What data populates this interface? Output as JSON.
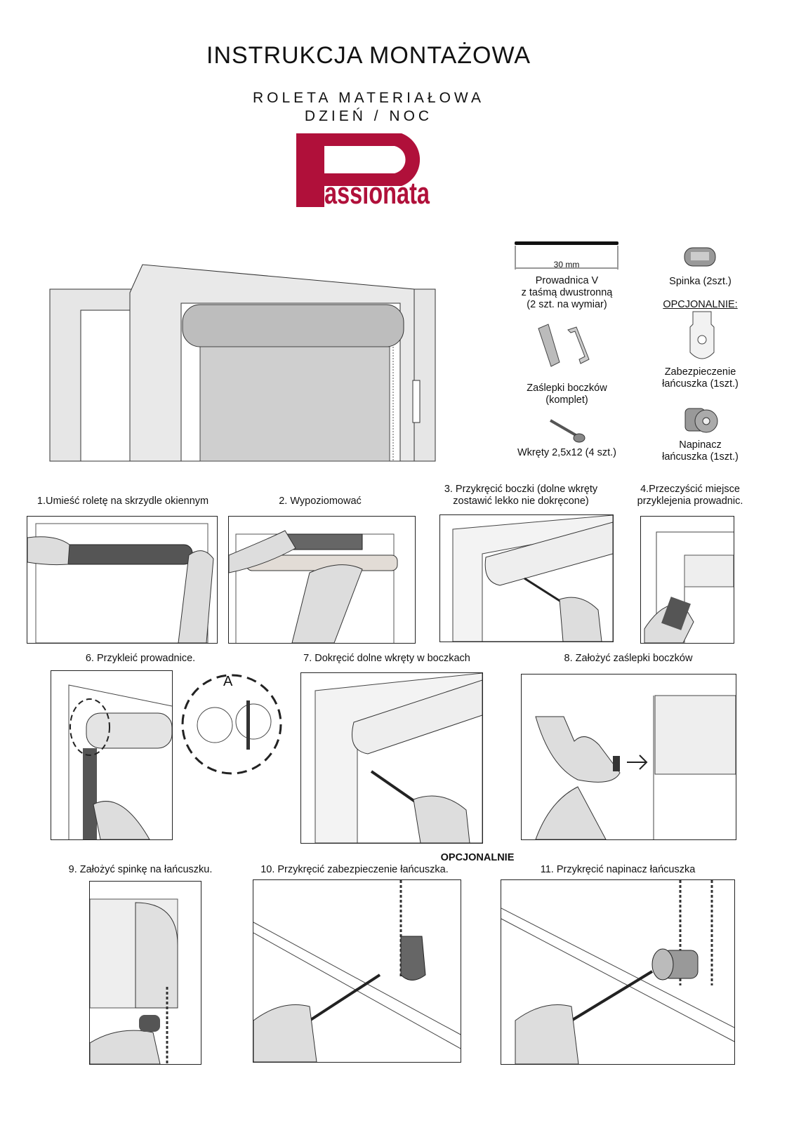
{
  "header": {
    "title": "INSTRUKCJA MONTAŻOWA",
    "subtitle_line1": "ROLETA MATERIAŁOWA",
    "subtitle_line2": "DZIEŃ / NOC",
    "logo_text": "Passionata",
    "brand_color": "#b0103a"
  },
  "parts": {
    "dimension": "30 mm",
    "guide": [
      "Prowadnica V",
      "z taśmą dwustronną",
      "(2 szt. na wymiar)"
    ],
    "clip": "Spinka (2szt.)",
    "optional": "OPCJONALNIE:",
    "caps": [
      "Zaślepki boczków",
      "(komplet)"
    ],
    "chain_guard": [
      "Zabezpieczenie",
      "łańcuszka (1szt.)"
    ],
    "screws": "Wkręty 2,5x12 (4 szt.)",
    "tensioner": [
      "Napinacz",
      "łańcuszka (1szt.)"
    ]
  },
  "steps": {
    "s1": "1.Umieść roletę na skrzydle okiennym",
    "s2": "2. Wypoziomować",
    "s3": [
      "3. Przykręcić boczki (dolne wkręty",
      "zostawić lekko nie dokręcone)"
    ],
    "s4": [
      "4.Przeczyścić miejsce",
      "przyklejenia prowadnic."
    ],
    "s6": "6. Przykleić prowadnice.",
    "s6_detail": "A",
    "s7": "7. Dokręcić dolne wkręty w boczkach",
    "s8": "8. Założyć zaślepki boczków",
    "optional_heading": "OPCJONALNIE",
    "s9": "9. Założyć spinkę na łańcuszku.",
    "s10": "10. Przykręcić zabezpieczenie łańcuszka.",
    "s11": "11. Przykręcić napinacz łańcuszka"
  }
}
